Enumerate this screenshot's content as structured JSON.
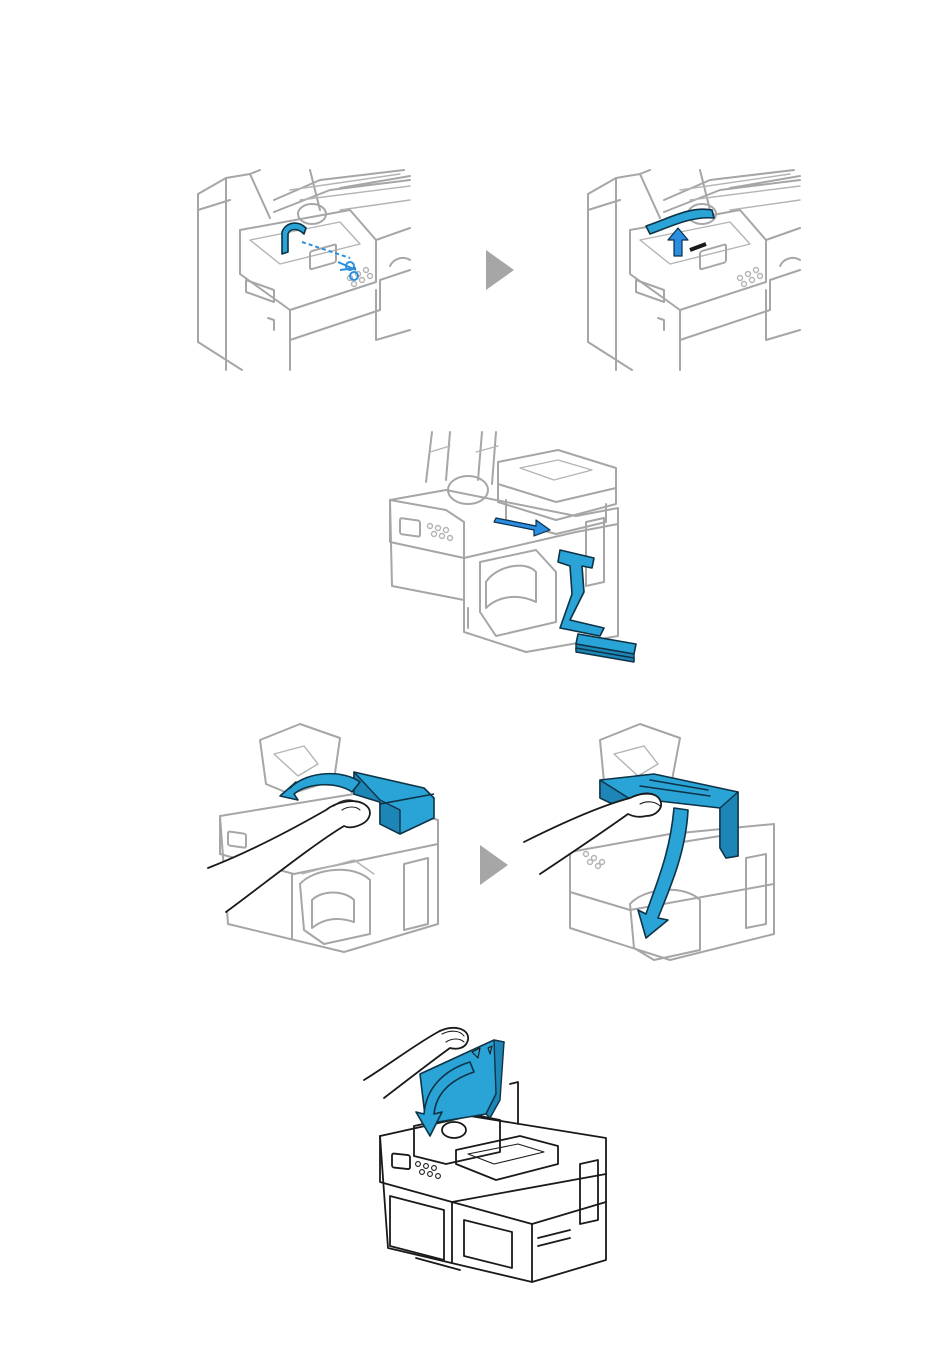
{
  "steps": [
    {
      "figures": [
        "cut-paper-figure",
        "remove-paper-figure"
      ],
      "separator": "right-triangle-arrow-icon"
    },
    {
      "figures": [
        "pull-out-paper-figure"
      ]
    },
    {
      "figures": [
        "lift-cover-figure",
        "close-cover-figure"
      ],
      "separator": "right-triangle-arrow-icon"
    },
    {
      "figures": [
        "close-lid-figure"
      ]
    }
  ],
  "colors": {
    "accent_blue": "#2aa3d6",
    "outline_gray": "#a6a6a6",
    "outline_dark": "#1a1a1a",
    "arrow_gray": "#a6a6a6"
  }
}
